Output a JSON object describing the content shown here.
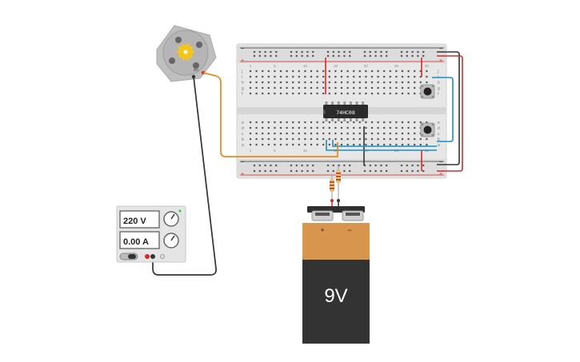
{
  "breadboard": {
    "rail_minus": "−",
    "rail_plus": "+",
    "row_letters_top": [
      "j",
      "i",
      "h",
      "g",
      "f"
    ],
    "row_letters_bottom": [
      "e",
      "d",
      "c",
      "b",
      "a"
    ],
    "col_numbers": [
      "1",
      "5",
      "10",
      "15",
      "20",
      "25",
      "30"
    ]
  },
  "chip": {
    "label": "74HC08"
  },
  "power_supply": {
    "voltage_display": "220 V",
    "current_display": "0.00 A"
  },
  "battery": {
    "label": "9V",
    "plus_symbol": "+",
    "minus_symbol": "−"
  },
  "motor": {
    "label": "DC"
  },
  "colors": {
    "wire_red": "#d62a2a",
    "wire_black": "#333333",
    "wire_blue": "#1b8fc0",
    "wire_orange": "#e58a1b",
    "battery_orange": "#d8954d",
    "battery_body": "#333333"
  }
}
